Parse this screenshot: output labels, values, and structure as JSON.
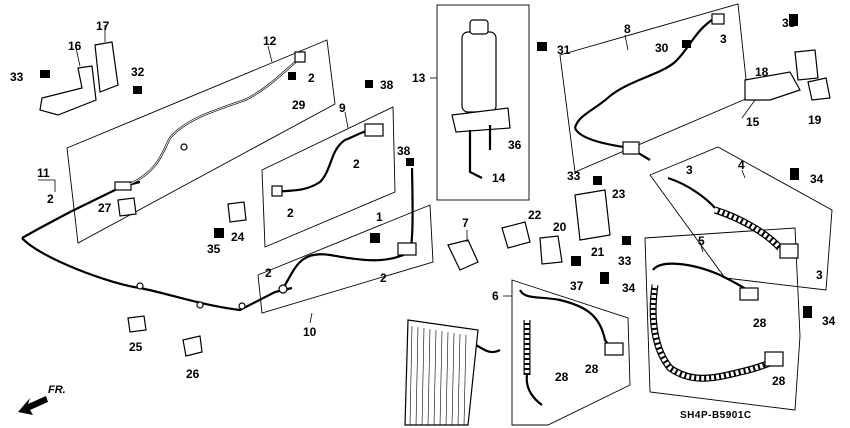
{
  "diagram": {
    "code": "SH4P-B5901C",
    "direction_label": "FR.",
    "callouts": {
      "c1": "1",
      "c2a": "2",
      "c2b": "2",
      "c2c": "2",
      "c2d": "2",
      "c2e": "2",
      "c2f": "2",
      "c3a": "3",
      "c3b": "3",
      "c3c": "3",
      "c4": "4",
      "c5": "5",
      "c6": "6",
      "c7": "7",
      "c8": "8",
      "c9": "9",
      "c10": "10",
      "c11": "11",
      "c12": "12",
      "c13": "13",
      "c14": "14",
      "c15": "15",
      "c16": "16",
      "c17": "17",
      "c18": "18",
      "c19": "19",
      "c20": "20",
      "c21": "21",
      "c22": "22",
      "c23": "23",
      "c24": "24",
      "c25": "25",
      "c26": "26",
      "c27": "27",
      "c28a": "28",
      "c28b": "28",
      "c28c": "28",
      "c28d": "28",
      "c29": "29",
      "c30": "30",
      "c31": "31",
      "c32": "32",
      "c33a": "33",
      "c33b": "33",
      "c33c": "33",
      "c33d": "33",
      "c34a": "34",
      "c34b": "34",
      "c34c": "34",
      "c35": "35",
      "c36": "36",
      "c37": "37",
      "c38a": "38",
      "c38b": "38"
    }
  }
}
